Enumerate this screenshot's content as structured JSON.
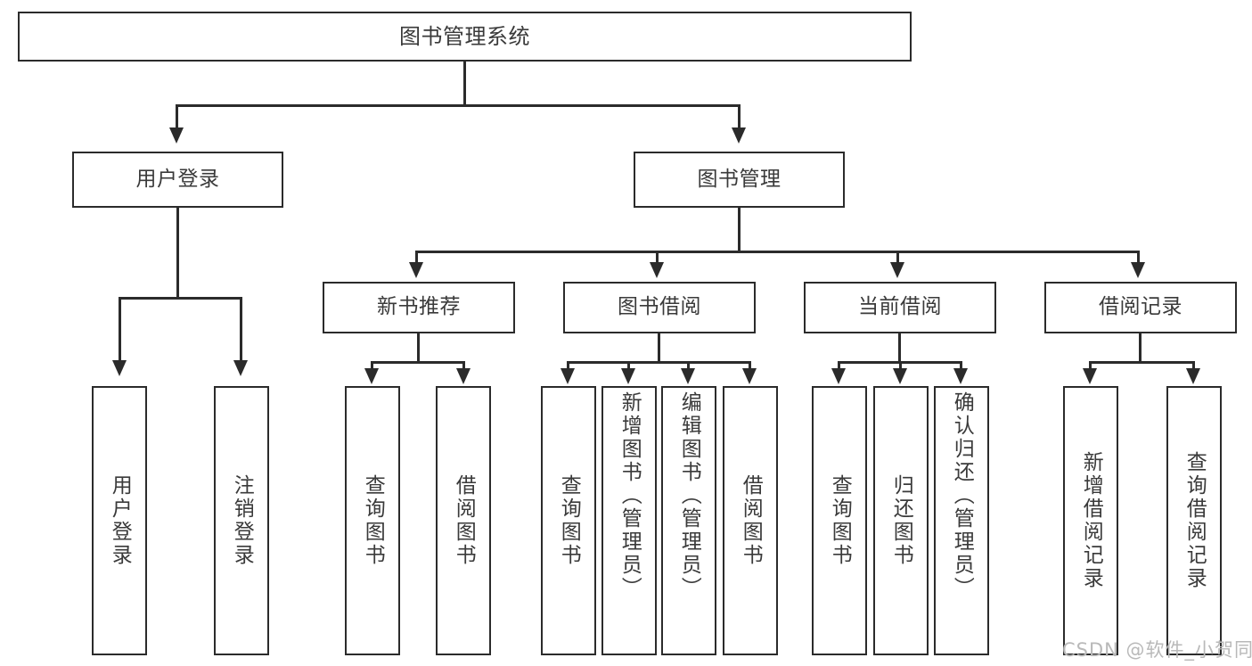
{
  "diagram": {
    "type": "tree-hierarchy",
    "title_node": {
      "label": "图书管理系统"
    },
    "level1": [
      {
        "id": "user-login",
        "label": "用户登录"
      },
      {
        "id": "book-management",
        "label": "图书管理"
      }
    ],
    "level2": [
      {
        "id": "new-book-recommend",
        "label": "新书推荐",
        "parent": "book-management"
      },
      {
        "id": "book-borrow",
        "label": "图书借阅",
        "parent": "book-management"
      },
      {
        "id": "current-borrow",
        "label": "当前借阅",
        "parent": "book-management"
      },
      {
        "id": "borrow-record",
        "label": "借阅记录",
        "parent": "book-management"
      }
    ],
    "leaves": [
      {
        "id": "leaf-user-login",
        "label": "用户登录",
        "parent": "user-login"
      },
      {
        "id": "leaf-logout-login",
        "label": "注销登录",
        "parent": "user-login"
      },
      {
        "id": "leaf-query-book-1",
        "label": "查询图书",
        "parent": "new-book-recommend"
      },
      {
        "id": "leaf-borrow-book-1",
        "label": "借阅图书",
        "parent": "new-book-recommend"
      },
      {
        "id": "leaf-query-book-2",
        "label": "查询图书",
        "parent": "book-borrow"
      },
      {
        "id": "leaf-add-book",
        "label": "新增图书（管理员）",
        "parent": "book-borrow"
      },
      {
        "id": "leaf-edit-book",
        "label": "编辑图书（管理员）",
        "parent": "book-borrow"
      },
      {
        "id": "leaf-borrow-book-2",
        "label": "借阅图书",
        "parent": "book-borrow"
      },
      {
        "id": "leaf-query-book-3",
        "label": "查询图书",
        "parent": "current-borrow"
      },
      {
        "id": "leaf-return-book",
        "label": "归还图书",
        "parent": "current-borrow"
      },
      {
        "id": "leaf-confirm-return",
        "label": "确认归还（管理员）",
        "parent": "current-borrow"
      },
      {
        "id": "leaf-add-borrow-record",
        "label": "新增借阅记录",
        "parent": "borrow-record"
      },
      {
        "id": "leaf-query-borrow-record",
        "label": "查询借阅记录",
        "parent": "borrow-record"
      }
    ],
    "colors": {
      "stroke": "#2b2b2b",
      "text": "#3a3a3a",
      "background": "#ffffff",
      "watermark": "#b9b9b9"
    }
  },
  "watermark": {
    "text": "CSDN @软件_小贺同学"
  }
}
